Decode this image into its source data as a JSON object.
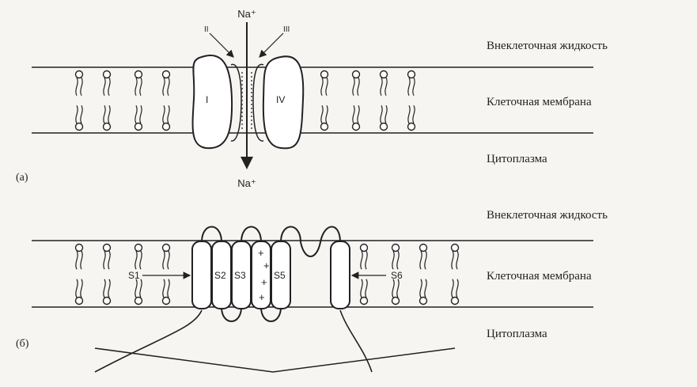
{
  "panel_a": {
    "tag": "(a)",
    "ion_top": "Na⁺",
    "ion_bottom": "Na⁺",
    "domain_labels": [
      "I",
      "II",
      "III",
      "IV"
    ],
    "labels": {
      "extracellular": "Внеклеточная жидкость",
      "membrane": "Клеточная мембрана",
      "cytoplasm": "Цитоплазма"
    }
  },
  "panel_b": {
    "tag": "(б)",
    "segment_labels": [
      "S1",
      "S2",
      "S3",
      "S5",
      "S6"
    ],
    "charges": [
      "+",
      "+",
      "+",
      "+"
    ],
    "labels": {
      "extracellular": "Внеклеточная жидкость",
      "membrane": "Клеточная мембрана",
      "cytoplasm": "Цитоплазма"
    }
  },
  "colors": {
    "ink": "#222222",
    "background": "#f7f5f2"
  }
}
